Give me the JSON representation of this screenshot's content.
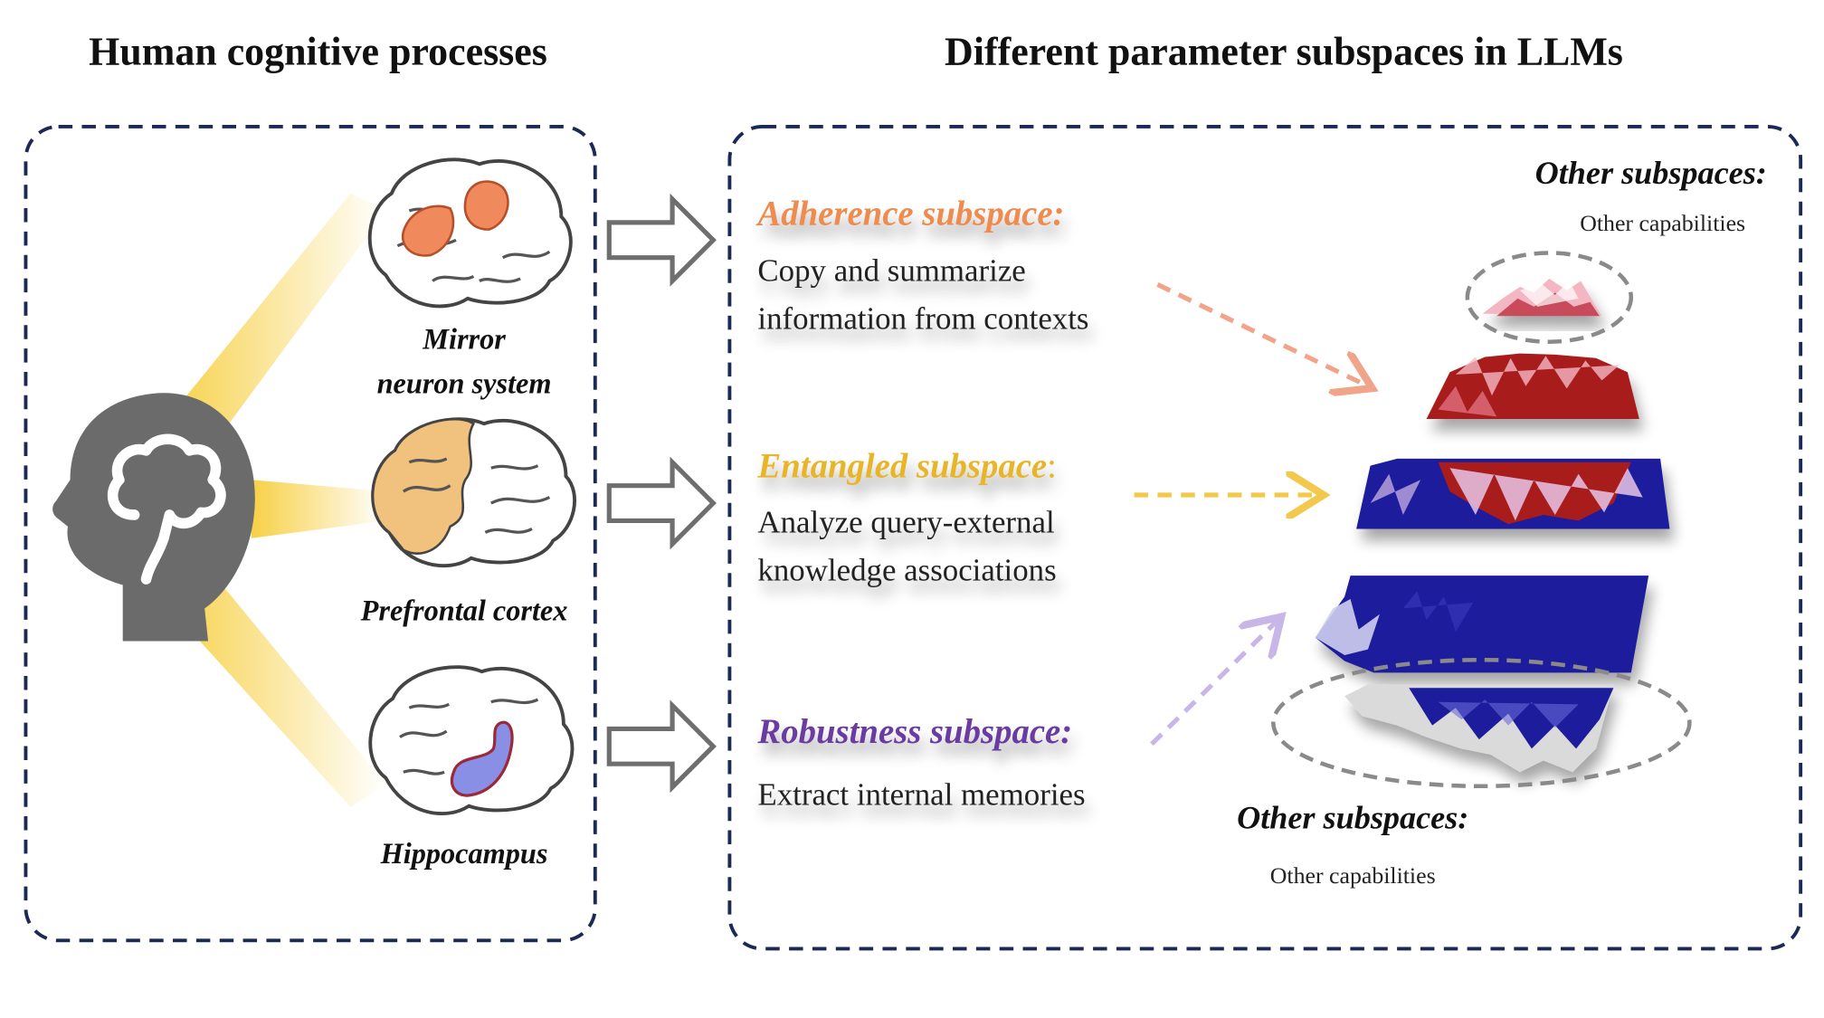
{
  "titles": {
    "left": "Human cognitive processes",
    "right": "Different parameter subspaces in LLMs"
  },
  "brain_regions": [
    {
      "label_line1": "Mirror",
      "label_line2": "neuron system",
      "highlight_color": "#F08A5D"
    },
    {
      "label_line1": "",
      "label_line2": "Prefrontal cortex",
      "highlight_color": "#F1C27D"
    },
    {
      "label_line1": "",
      "label_line2": "Hippocampus",
      "highlight_color": "#8A8FE6"
    }
  ],
  "subspaces": [
    {
      "name": "Adherence subspace:",
      "color": "#EE8B4F",
      "desc_line1": "Copy and summarize",
      "desc_line2": "information from contexts",
      "arrow_color": "#F0A48A"
    },
    {
      "name": "Entangled subspace",
      "suffix": ":",
      "color": "#E8B52A",
      "desc_line1": "Analyze query-external",
      "desc_line2": "knowledge associations",
      "arrow_color": "#F2C94C"
    },
    {
      "name": "Robustness subspace:",
      "color": "#6A3BA0",
      "desc_line1": "Extract internal memories",
      "desc_line2": "",
      "arrow_color": "#C9B6E8"
    }
  ],
  "other_top": {
    "title": "Other subspaces:",
    "caption": "Other capabilities"
  },
  "other_bottom": {
    "title": "Other subspaces:",
    "caption": "Other capabilities"
  },
  "colors": {
    "frame": "#1B2A55",
    "head": "#6B6B6B",
    "glow": "#F7D046",
    "arrow_outline": "#6E6E6E",
    "layer_red": "#A81E1E",
    "layer_blue": "#1B1B9C"
  }
}
